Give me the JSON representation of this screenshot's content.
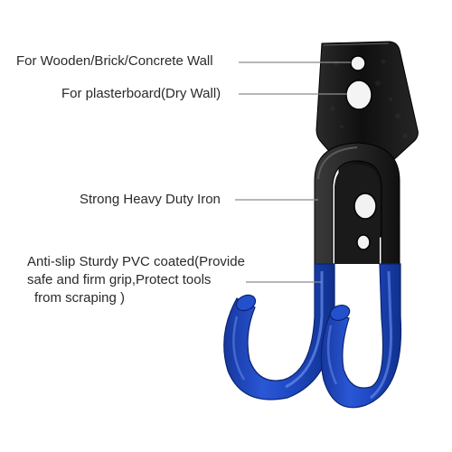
{
  "callouts": {
    "wall_hole": "For Wooden/Brick/Concrete Wall",
    "drywall_hole": "For plasterboard(Dry Wall)",
    "iron_body": "Strong Heavy Duty Iron",
    "pvc_coating": [
      "Anti-slip Sturdy PVC coated(Provide",
      "safe and firm grip,Protect tools",
      "from scraping )"
    ]
  },
  "colors": {
    "background": "#ffffff",
    "text": "#2a2a2a",
    "leader_line": "#8c8c8c",
    "iron_black": "#151515",
    "pvc_blue": "#1f49c4",
    "pvc_blue_dark": "#0e2c8a",
    "pvc_blue_highlight": "#5b86f0"
  },
  "product": {
    "name": "utility-wall-hook",
    "icon": "double-j-hook-icon"
  }
}
